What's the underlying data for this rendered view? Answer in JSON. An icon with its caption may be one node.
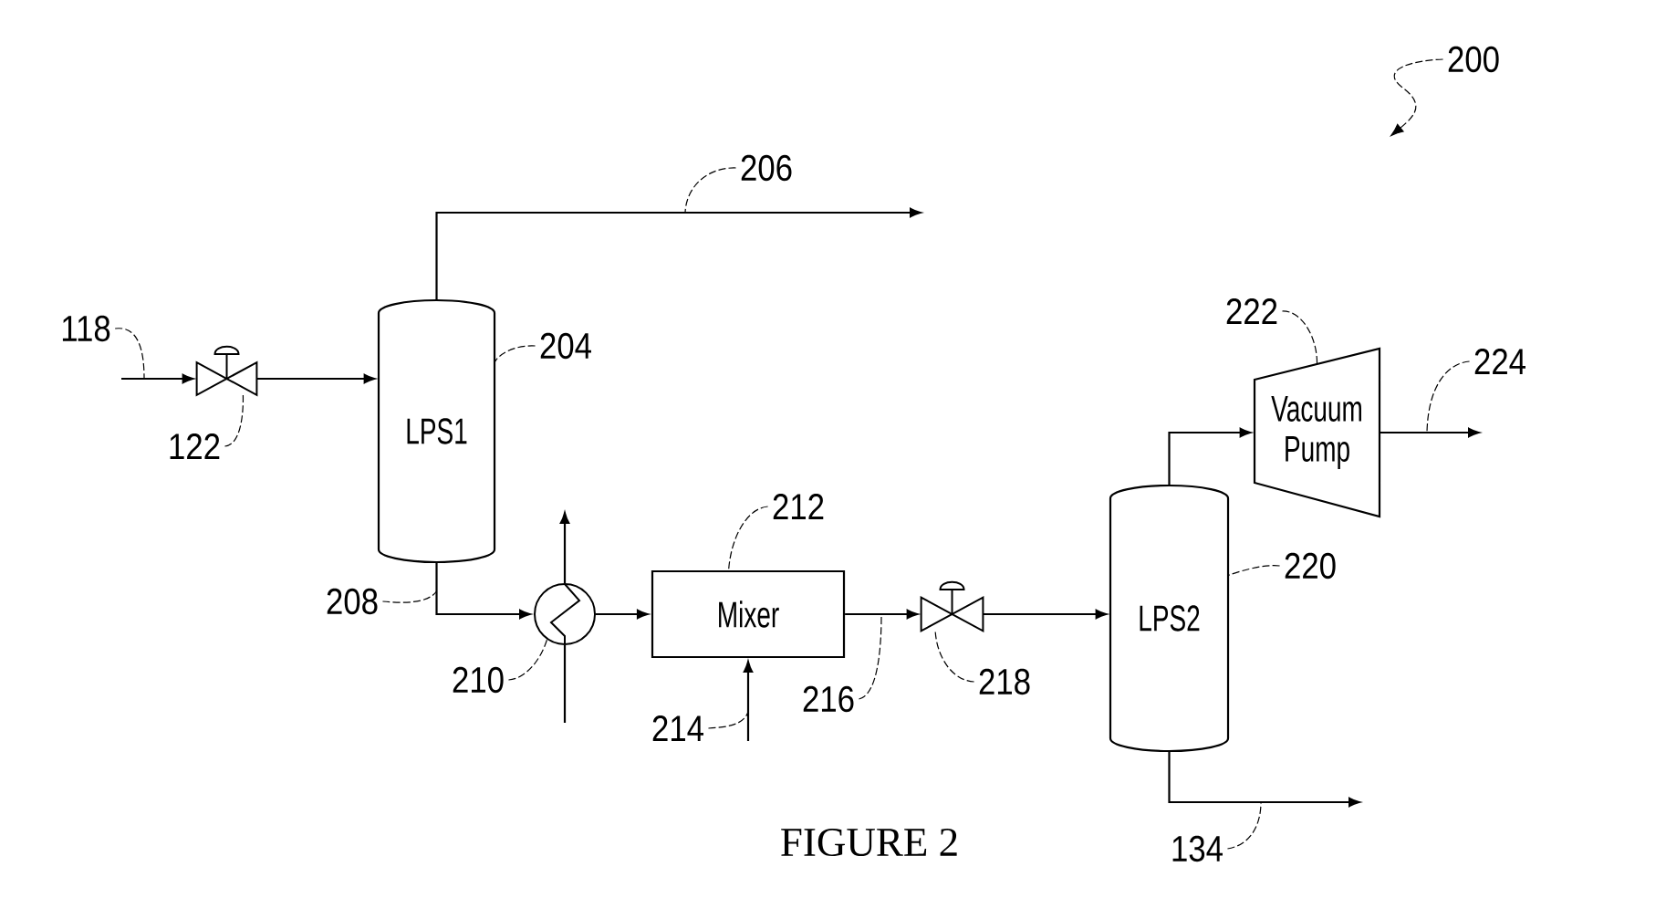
{
  "diagram": {
    "caption": "FIGURE 2",
    "nodes": [
      {
        "text": [
          "200"
        ]
      },
      {
        "text": [
          "206"
        ]
      },
      {
        "text": [
          "222"
        ]
      },
      {
        "text": [
          "118"
        ]
      },
      {
        "text": [
          "204"
        ]
      },
      {
        "text": [
          "224"
        ]
      },
      {
        "text": [],
        "shape": "valve"
      },
      {
        "text": [
          "LPS1"
        ]
      },
      {
        "text": [
          "Vacuum Pump"
        ]
      },
      {
        "text": [
          "122"
        ]
      },
      {
        "text": [
          "212"
        ]
      },
      {
        "text": [
          "220"
        ]
      },
      {
        "text": [
          "208"
        ]
      },
      {
        "text": [],
        "shape": "circle"
      },
      {
        "text": [
          "Mixer"
        ]
      },
      {
        "text": [],
        "shape": "valve"
      },
      {
        "text": [
          "LPS2"
        ]
      },
      {
        "text": [
          "210"
        ]
      },
      {
        "text": [
          "218"
        ]
      },
      {
        "text": [
          "216"
        ]
      },
      {
        "text": [
          "214"
        ]
      },
      {
        "text": [
          "134"
        ]
      }
    ],
    "edges": [
      {
        "from": null,
        "to": 6,
        "arrow": "to"
      },
      {
        "from": 6,
        "to": 7,
        "arrow": "to"
      },
      {
        "from": 7,
        "to": null,
        "arrow": "to"
      },
      {
        "from": 7,
        "to": 13,
        "arrow": "to"
      },
      {
        "from": null,
        "to": 13,
        "arrow": "none"
      },
      {
        "from": 13,
        "to": null,
        "arrow": "to"
      },
      {
        "from": 13,
        "to": 14,
        "arrow": "to"
      },
      {
        "from": null,
        "to": 14,
        "arrow": "to"
      },
      {
        "from": 14,
        "to": 15,
        "arrow": "to"
      },
      {
        "from": 15,
        "to": 16,
        "arrow": "to"
      },
      {
        "from": 16,
        "to": 8,
        "arrow": "to"
      },
      {
        "from": 8,
        "to": null,
        "arrow": "to"
      },
      {
        "from": 16,
        "to": null,
        "arrow": "to"
      },
      {
        "from": 3,
        "to": null,
        "arrow": "none",
        "style": "dashed"
      },
      {
        "from": 9,
        "to": 6,
        "arrow": "none",
        "style": "dashed"
      },
      {
        "from": 4,
        "to": 7,
        "arrow": "none",
        "style": "dashed"
      },
      {
        "from": 1,
        "to": null,
        "arrow": "none",
        "style": "dashed"
      },
      {
        "from": 12,
        "to": null,
        "arrow": "none",
        "style": "dashed"
      },
      {
        "from": 17,
        "to": 13,
        "arrow": "none",
        "style": "dashed"
      },
      {
        "from": 10,
        "to": 14,
        "arrow": "none",
        "style": "dashed"
      },
      {
        "from": 20,
        "to": null,
        "arrow": "none",
        "style": "dashed"
      },
      {
        "from": 19,
        "to": null,
        "arrow": "none",
        "style": "dashed"
      },
      {
        "from": 18,
        "to": 15,
        "arrow": "none",
        "style": "dashed"
      },
      {
        "from": 11,
        "to": 16,
        "arrow": "none",
        "style": "dashed"
      },
      {
        "from": 2,
        "to": 8,
        "arrow": "none",
        "style": "dashed"
      },
      {
        "from": 5,
        "to": null,
        "arrow": "none",
        "style": "dashed"
      },
      {
        "from": 21,
        "to": null,
        "arrow": "none",
        "style": "dashed"
      },
      {
        "from": 0,
        "to": null,
        "arrow": "to",
        "style": "dashed"
      }
    ]
  }
}
